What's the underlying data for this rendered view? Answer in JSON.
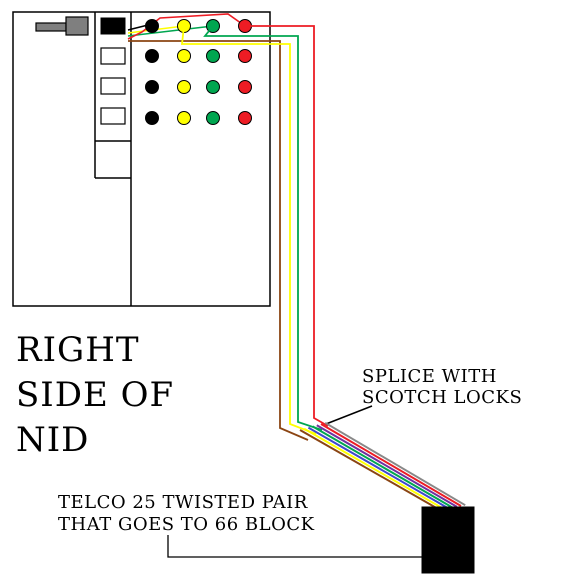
{
  "title_lines": [
    "RIGHT",
    "SIDE OF",
    "NID"
  ],
  "splice_label_lines": [
    "SPLICE WITH",
    "SCOTCH LOCKS"
  ],
  "telco_label_lines": [
    "TELCO 25 TWISTED PAIR",
    "THAT GOES TO 66 BLOCK"
  ],
  "colors": {
    "black": "#000000",
    "yellow": "#ffff00",
    "green": "#00a650",
    "red": "#ed1c24",
    "brown": "#8b4513",
    "blue": "#3f48cc",
    "purple": "#7030a0",
    "gray": "#888888",
    "plug_gray": "#7f7f7f"
  },
  "terminal_rows": [
    [
      "black",
      "yellow",
      "green",
      "red"
    ],
    [
      "black",
      "yellow",
      "green",
      "red"
    ],
    [
      "black",
      "yellow",
      "green",
      "red"
    ],
    [
      "black",
      "yellow",
      "green",
      "red"
    ]
  ],
  "cable_wires": [
    "brown",
    "yellow",
    "blue",
    "green",
    "purple",
    "red",
    "gray"
  ]
}
